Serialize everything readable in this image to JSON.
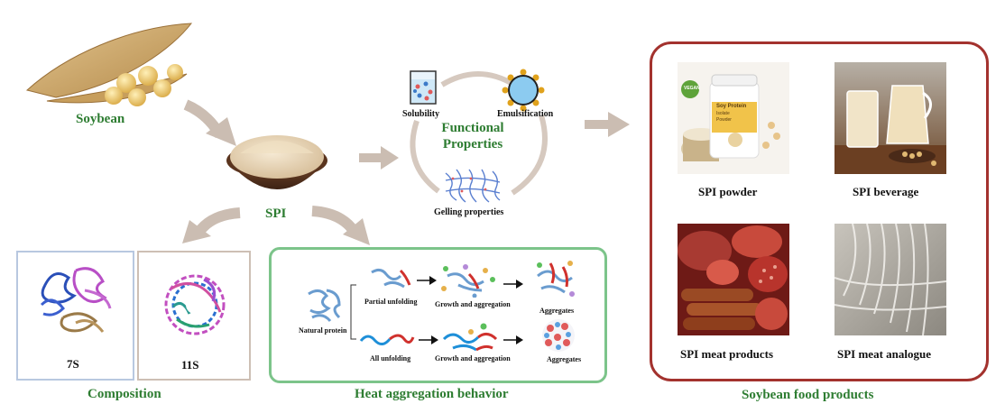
{
  "labels": {
    "soybean": "Soybean",
    "spi": "SPI",
    "functional": "Functional Properties",
    "solubility": "Solubility",
    "emulsification": "Emulsification",
    "gelling": "Gelling properties",
    "s7": "7S",
    "s11": "11S",
    "composition": "Composition",
    "heat_title": "Heat aggregation behavior",
    "natural_protein": "Natural protein",
    "partial_unfolding": "Partial unfolding",
    "all_unfolding": "All unfolding",
    "growth1": "Growth and aggregation",
    "growth2": "Growth and aggregation",
    "aggregates1": "Aggregates",
    "aggregates2": "Aggregates",
    "spi_powder": "SPI powder",
    "spi_beverage": "SPI beverage",
    "spi_meat_products": "SPI meat products",
    "spi_meat_analogue": "SPI meat analogue",
    "food_products": "Soybean food products",
    "jar_brand": "Soy Protein",
    "jar_sub1": "Isolate",
    "jar_sub2": "Powder",
    "vegan": "VEGAN"
  },
  "colors": {
    "green_label": "#2e7d32",
    "composition_7s_border": "#b8c8e0",
    "composition_11s_border": "#cdbfb4",
    "heat_border": "#7cc48a",
    "food_border": "#a3322e",
    "arrow": "#cbbdb2"
  }
}
